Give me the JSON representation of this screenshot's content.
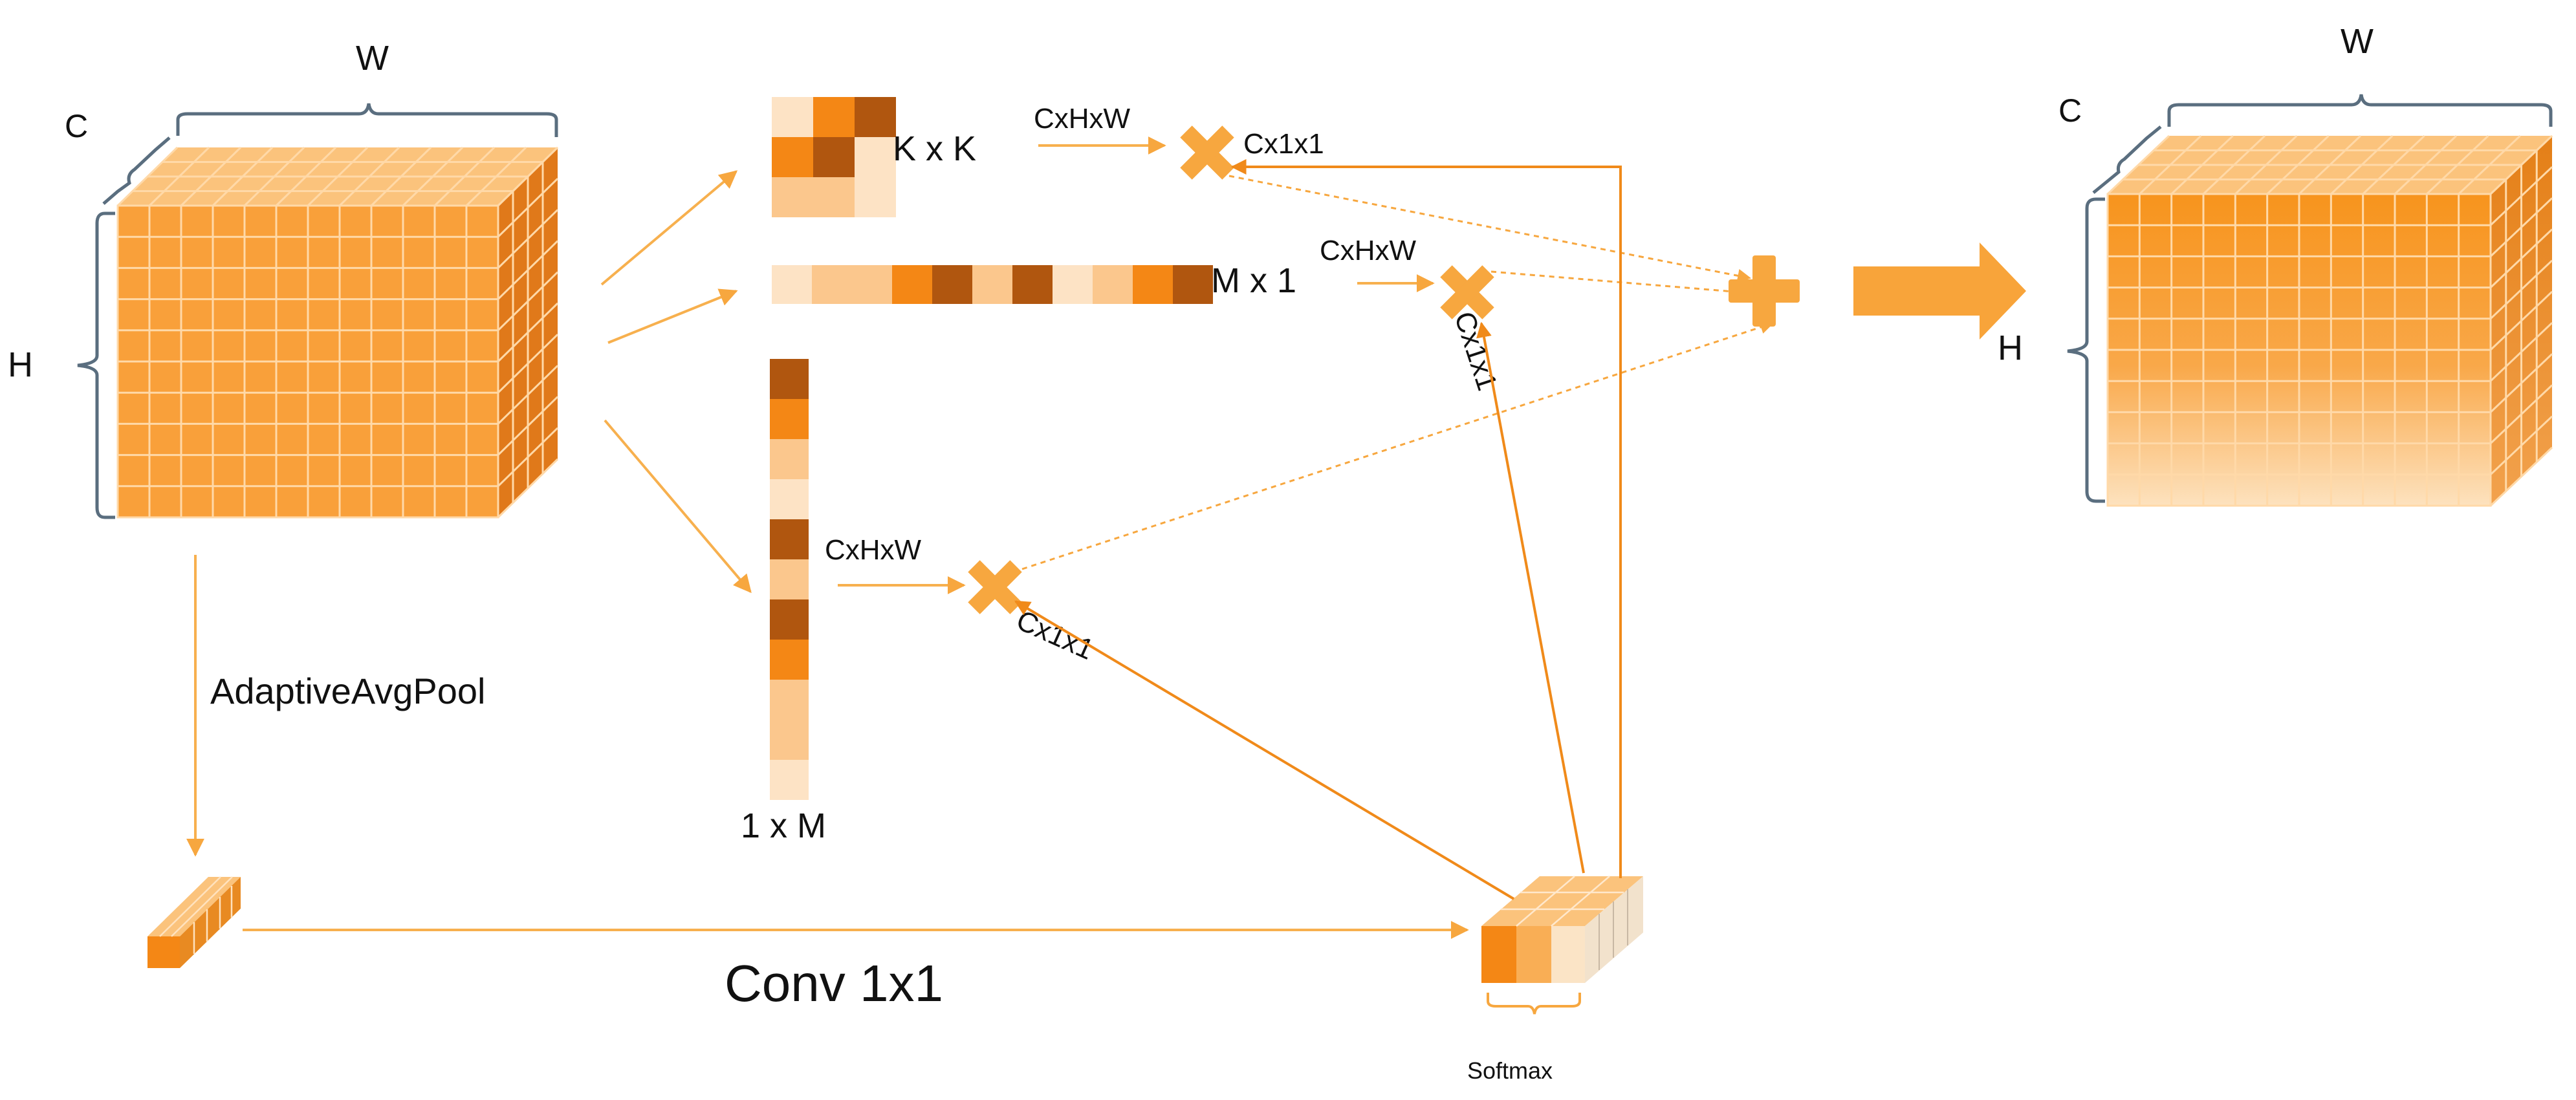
{
  "labels": {
    "input_w": "W",
    "input_c": "C",
    "input_h": "H",
    "kxk": "K x K",
    "mx1": "M x 1",
    "onexm": "1 x M",
    "chw_top": "CxHxW",
    "chw_mid": "CxHxW",
    "chw_low": "CxHxW",
    "c11_top": "Cx1x1",
    "c11_mid": "Cx1x1",
    "c11_low": "Cx1x1",
    "adaptive_pool": "AdaptiveAvgPool",
    "conv": "Conv 1x1",
    "softmax": "Softmax",
    "output_w": "W",
    "output_c": "C",
    "output_h": "H"
  },
  "colors": {
    "orange": "#F7941D",
    "cube_front": "#F9A03A",
    "cube_top": "#FBC37C",
    "cube_side": "#E0791A",
    "grid_line": "#FFD9A8",
    "arrow": "#F7B04E",
    "brace": "#5A6E7F",
    "dark_brown": "#B0560F",
    "mid_orange": "#F48715",
    "light_peach": "#FBC78D",
    "pale_peach": "#FDE3C5"
  },
  "kernel_kxk": [
    [
      "pale_peach",
      "mid_orange",
      "dark_brown"
    ],
    [
      "mid_orange",
      "dark_brown",
      "pale_peach"
    ],
    [
      "light_peach",
      "light_peach",
      "pale_peach"
    ]
  ],
  "kernel_mx1": [
    "pale_peach",
    "light_peach",
    "light_peach",
    "mid_orange",
    "dark_brown",
    "light_peach",
    "dark_brown",
    "pale_peach",
    "light_peach",
    "mid_orange",
    "dark_brown"
  ],
  "kernel_1xm": [
    "dark_brown",
    "mid_orange",
    "light_peach",
    "pale_peach",
    "dark_brown",
    "light_peach",
    "dark_brown",
    "mid_orange",
    "light_peach",
    "light_peach",
    "pale_peach"
  ]
}
